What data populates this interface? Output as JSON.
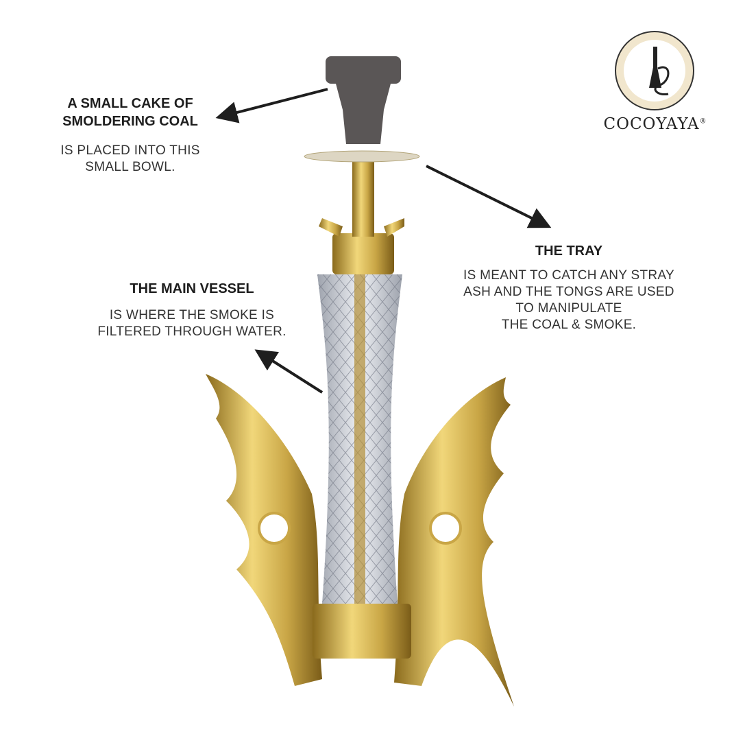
{
  "brand": {
    "name": "COCOYAYA",
    "mark": "®",
    "logo": "hookah-logo"
  },
  "callouts": {
    "bowl": {
      "title_1": "A SMALL CAKE OF",
      "title_2": "SMOLDERING COAL",
      "body_1": "IS PLACED INTO THIS",
      "body_2": "SMALL BOWL."
    },
    "tray": {
      "title": "THE TRAY",
      "body_1": "IS MEANT TO CATCH ANY STRAY",
      "body_2": "ASH AND THE TONGS ARE USED",
      "body_3": "TO MANIPULATE",
      "body_4": "THE COAL & SMOKE."
    },
    "vessel": {
      "title": "THE MAIN VESSEL",
      "body_1": "IS WHERE THE SMOKE IS",
      "body_2": "FILTERED THROUGH WATER."
    }
  },
  "colors": {
    "gold": "#c9a646",
    "bowl": "#5a5656",
    "glass": "#d9dce2",
    "arrow": "#1e1e1e"
  }
}
